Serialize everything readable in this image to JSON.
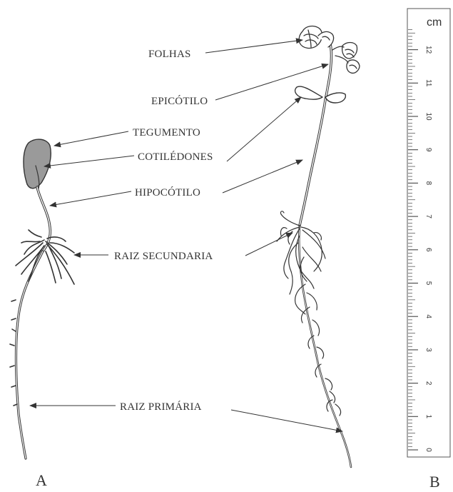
{
  "labels": {
    "folhas": "FOLHAS",
    "epicotilo": "EPICÓTILO",
    "tegumento": "TEGUMENTO",
    "cotiledones": "COTILÉDONES",
    "hipocotilo": "HIPOCÓTILO",
    "raiz_secundaria": "RAIZ SECUNDARIA",
    "raiz_primaria": "RAIZ PRIMÁRIA"
  },
  "panels": {
    "a": "A",
    "b": "B"
  },
  "ruler": {
    "unit": "cm",
    "ticks": [
      "0",
      "1",
      "2",
      "3",
      "4",
      "5",
      "6",
      "7",
      "8",
      "9",
      "10",
      "11",
      "12"
    ]
  },
  "colors": {
    "ink": "#333333",
    "seed_coat": "#9a9a9a",
    "paper": "#ffffff"
  }
}
